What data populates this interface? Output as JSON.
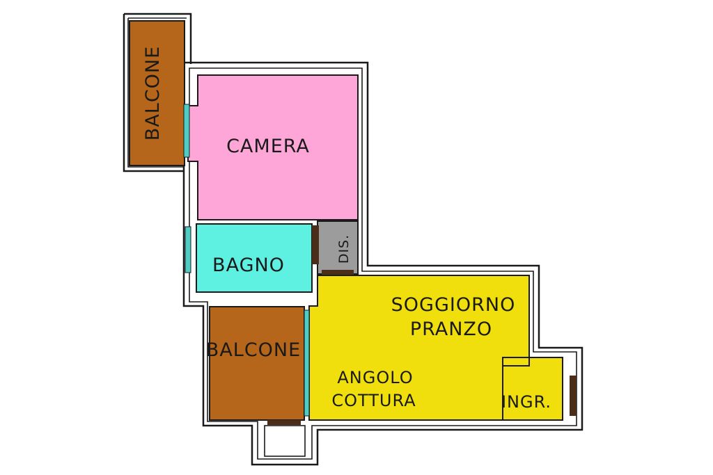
{
  "colors": {
    "camera": "#ffa6d8",
    "bagno": "#5ef0e0",
    "balcone": "#b5661b",
    "soggiorno": "#f0df0c",
    "disimpegno": "#9c9c9c",
    "window": "#4ecdc4",
    "door": "#4a2e1a",
    "wall": "#1a1a1a"
  },
  "rooms": {
    "balcone_top": "BALCONE",
    "camera": "CAMERA",
    "bagno": "BAGNO",
    "disimpegno": "DIS.",
    "balcone_bottom": "BALCONE",
    "soggiorno_line1": "SOGGIORNO",
    "soggiorno_line2": "PRANZO",
    "angolo_line1": "ANGOLO",
    "angolo_line2": "COTTURA",
    "ingresso": "INGR."
  }
}
